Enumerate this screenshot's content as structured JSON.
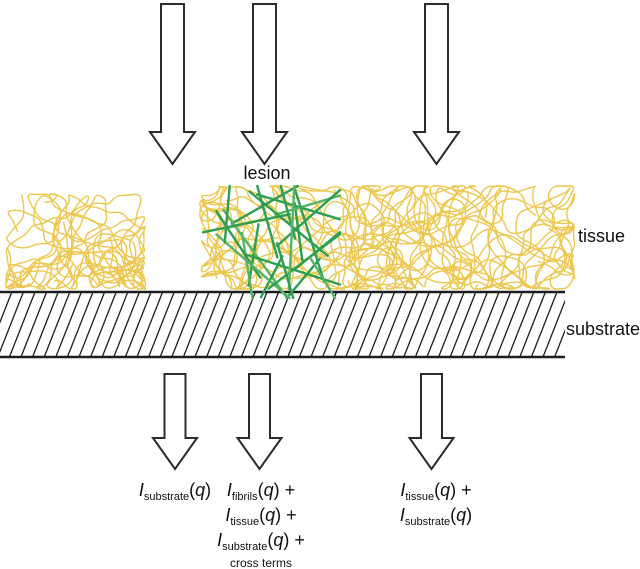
{
  "figure": {
    "labels": {
      "lesion": "lesion",
      "tissue": "tissue",
      "substrate": "substrate"
    },
    "colors": {
      "tissue": "#ecc750",
      "fibril": "#2d9e52",
      "fibril_light": "#55b468",
      "outline": "#2b2b2b",
      "hatch": "#1d1d1d",
      "text": "#111111"
    },
    "results": {
      "columns": [
        {
          "lines": [
            {
              "parts": [
                {
                  "t": "I",
                  "s": "i"
                },
                {
                  "t": "substrate",
                  "s": "sub"
                },
                {
                  "t": "(",
                  "s": "n"
                },
                {
                  "t": "q",
                  "s": "i"
                },
                {
                  "t": ")",
                  "s": "n"
                }
              ]
            }
          ]
        },
        {
          "lines": [
            {
              "parts": [
                {
                  "t": "I",
                  "s": "i"
                },
                {
                  "t": "fibrils",
                  "s": "sub"
                },
                {
                  "t": "(",
                  "s": "n"
                },
                {
                  "t": "q",
                  "s": "i"
                },
                {
                  "t": ")",
                  "s": "n"
                },
                {
                  "t": " +",
                  "s": "n"
                }
              ]
            },
            {
              "parts": [
                {
                  "t": "I",
                  "s": "i"
                },
                {
                  "t": "tissue",
                  "s": "sub"
                },
                {
                  "t": "(",
                  "s": "n"
                },
                {
                  "t": "q",
                  "s": "i"
                },
                {
                  "t": ")",
                  "s": "n"
                },
                {
                  "t": " +",
                  "s": "n"
                }
              ]
            },
            {
              "parts": [
                {
                  "t": "I",
                  "s": "i"
                },
                {
                  "t": "substrate",
                  "s": "sub"
                },
                {
                  "t": "(",
                  "s": "n"
                },
                {
                  "t": "q",
                  "s": "i"
                },
                {
                  "t": ")",
                  "s": "n"
                },
                {
                  "t": " +",
                  "s": "n"
                }
              ]
            },
            {
              "parts": [
                {
                  "t": "cross terms",
                  "s": "small"
                }
              ]
            }
          ]
        },
        {
          "lines": [
            {
              "parts": [
                {
                  "t": "I",
                  "s": "i"
                },
                {
                  "t": "tissue",
                  "s": "sub"
                },
                {
                  "t": "(",
                  "s": "n"
                },
                {
                  "t": "q",
                  "s": "i"
                },
                {
                  "t": ")",
                  "s": "n"
                },
                {
                  "t": " +",
                  "s": "n"
                }
              ]
            },
            {
              "parts": [
                {
                  "t": "I",
                  "s": "i"
                },
                {
                  "t": "substrate",
                  "s": "sub"
                },
                {
                  "t": "(",
                  "s": "n"
                },
                {
                  "t": "q",
                  "s": "i"
                },
                {
                  "t": ")",
                  "s": "n"
                }
              ]
            }
          ]
        }
      ]
    }
  }
}
